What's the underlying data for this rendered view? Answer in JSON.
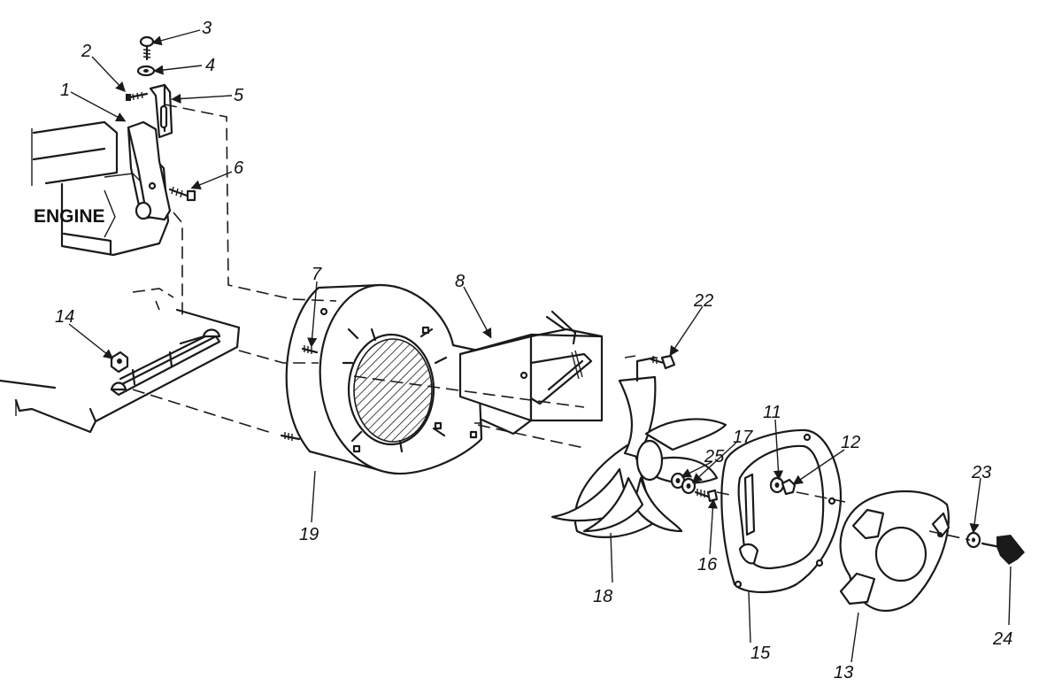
{
  "labels": {
    "engine": "ENGINE"
  },
  "callouts": {
    "c1": "1",
    "c2": "2",
    "c3": "3",
    "c4": "4",
    "c5": "5",
    "c6": "6",
    "c7": "7",
    "c8": "8",
    "c11": "11",
    "c12": "12",
    "c13": "13",
    "c14": "14",
    "c15": "15",
    "c16": "16",
    "c17": "17",
    "c18": "18",
    "c19": "19",
    "c22": "22",
    "c23": "23",
    "c24": "24",
    "c25": "25"
  },
  "colors": {
    "ink": "#1a1a1a",
    "paper": "#ffffff"
  }
}
